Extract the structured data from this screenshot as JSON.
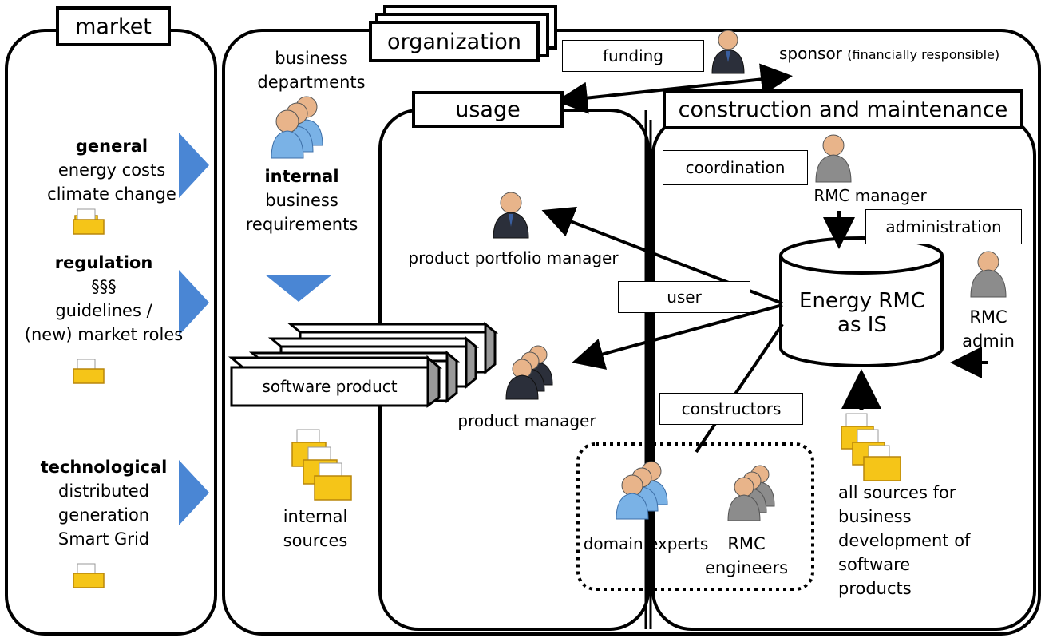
{
  "market": {
    "title": "market",
    "general": {
      "heading": "general",
      "line1": "energy costs",
      "line2": "climate change"
    },
    "regulation": {
      "heading": "regulation",
      "line1": "§§§",
      "line2": "guidelines /",
      "line3": "(new) market roles"
    },
    "technological": {
      "heading": "technological",
      "line1": "distributed",
      "line2": "generation",
      "line3": "Smart Grid"
    }
  },
  "organization": {
    "title": "organization",
    "business_departments": {
      "line1": "business",
      "line2": "departments"
    },
    "internal": {
      "heading": "internal",
      "line1": "business",
      "line2": "requirements"
    },
    "software_product": "software product",
    "internal_sources": {
      "line1": "internal",
      "line2": "sources"
    }
  },
  "sponsor": {
    "label": "sponsor",
    "note": "(financially responsible)"
  },
  "funding": "funding",
  "usage": {
    "title": "usage",
    "product_portfolio_manager": "product portfolio manager",
    "product_manager": "product manager"
  },
  "construction": {
    "title": "construction and maintenance",
    "coordination": "coordination",
    "rmc_manager": "RMC manager",
    "administration": "administration",
    "rmc_admin": {
      "line1": "RMC",
      "line2": "admin"
    },
    "is_cylinder": {
      "line1": "Energy RMC",
      "line2": "as IS"
    },
    "all_sources": {
      "line1": "all sources for",
      "line2": "business",
      "line3": "development of",
      "line4": "software",
      "line5": "products"
    }
  },
  "user": "user",
  "constructors": "constructors",
  "domain_experts": "domain experts",
  "rmc_engineers": {
    "line1": "RMC",
    "line2": "engineers"
  },
  "colors": {
    "arrow_blue": "#4a86d4",
    "folder_yellow": "#f5c518",
    "person_blue": "#7ab2e6",
    "skin": "#e8b48a"
  }
}
